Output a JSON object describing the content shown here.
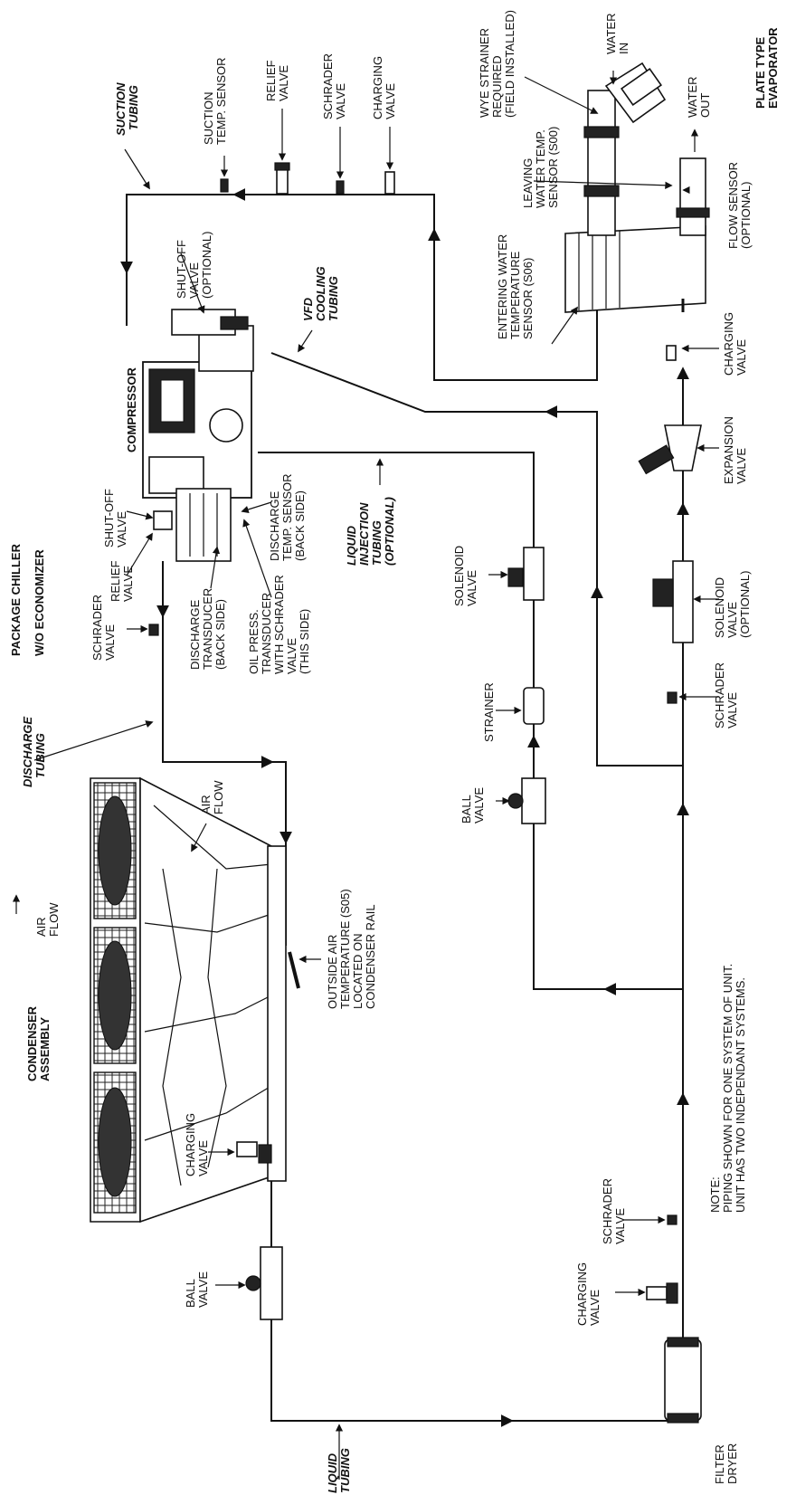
{
  "title": {
    "line1": "PACKAGE CHILLER",
    "line2": "W/O ECONOMIZER"
  },
  "components": {
    "condenser": [
      "CONDENSER",
      "ASSEMBLY"
    ],
    "compressor": "COMPRESSOR",
    "evaporator": [
      "PLATE TYPE",
      "EVAPORATOR"
    ],
    "filter_dryer": [
      "FILTER",
      "DRYER"
    ]
  },
  "tubing": {
    "suction": [
      "SUCTION",
      "TUBING"
    ],
    "discharge": [
      "DISCHARGE",
      "TUBING"
    ],
    "liquid": [
      "LIQUID",
      "TUBING"
    ],
    "vfd_cooling": [
      "VFD",
      "COOLING",
      "TUBING"
    ],
    "liquid_injection": [
      "LIQUID",
      "INJECTION",
      "TUBING",
      "(OPTIONAL)"
    ]
  },
  "labels": {
    "suction_temp_sensor": [
      "SUCTION",
      "TEMP. SENSOR"
    ],
    "relief_valve_top": [
      "RELIEF",
      "VALVE"
    ],
    "schrader_top": [
      "SCHRADER",
      "VALVE"
    ],
    "charging_top": [
      "CHARGING",
      "VALVE"
    ],
    "shutoff_suction": [
      "SHUT-OFF",
      "VALVE",
      "(OPTIONAL)"
    ],
    "wye_strainer": [
      "WYE STRAINER",
      "REQUIRED",
      "(FIELD INSTALLED)"
    ],
    "water_in": [
      "WATER",
      "IN"
    ],
    "water_out": [
      "WATER",
      "OUT"
    ],
    "leaving_water": [
      "LEAVING",
      "WATER TEMP.",
      "SENSOR (S00)"
    ],
    "entering_water": [
      "ENTERING WATER",
      "TEMPERATURE",
      "SENSOR (S06)"
    ],
    "flow_sensor": [
      "FLOW SENSOR",
      "(OPTIONAL)"
    ],
    "charging_evap": [
      "CHARGING",
      "VALVE"
    ],
    "expansion_valve": [
      "EXPANSION",
      "VALVE"
    ],
    "solenoid_optional": [
      "SOLENOID",
      "VALVE",
      "(OPTIONAL)"
    ],
    "schrader_right": [
      "SCHRADER",
      "VALVE"
    ],
    "solenoid_inj": [
      "SOLENOID",
      "VALVE"
    ],
    "strainer": "STRAINER",
    "ball_valve_inj": [
      "BALL",
      "VALVE"
    ],
    "shutoff_discharge": [
      "SHUT-OFF",
      "VALVE"
    ],
    "relief_valve_left": [
      "RELIEF",
      "VALVE"
    ],
    "discharge_transducer": [
      "DISCHARGE",
      "TRANSDUCER",
      "(BACK SIDE)"
    ],
    "oil_transducer": [
      "OIL PRESS.",
      "TRANSDUCER",
      "WITH SCHRADER",
      "VALVE",
      "(THIS SIDE)"
    ],
    "discharge_temp": [
      "DISCHARGE",
      "TEMP. SENSOR",
      "(BACK SIDE)"
    ],
    "schrader_left": [
      "SCHRADER",
      "VALVE"
    ],
    "air_flow_left": [
      "AIR",
      "FLOW"
    ],
    "air_flow_cond": [
      "AIR",
      "FLOW"
    ],
    "outside_air": [
      "OUTSIDE AIR",
      "TEMPERATURE (S05)",
      "LOCATED ON",
      "CONDENSER RAIL"
    ],
    "charging_left": [
      "CHARGING",
      "VALVE"
    ],
    "ball_valve_left": [
      "BALL",
      "VALVE"
    ],
    "charging_bottom": [
      "CHARGING",
      "VALVE"
    ],
    "schrader_bottom": [
      "SCHRADER",
      "VALVE"
    ]
  },
  "note": [
    "NOTE:",
    "PIPING SHOWN FOR ONE SYSTEM OF UNIT.",
    "UNIT HAS TWO INDEPENDANT SYSTEMS."
  ]
}
